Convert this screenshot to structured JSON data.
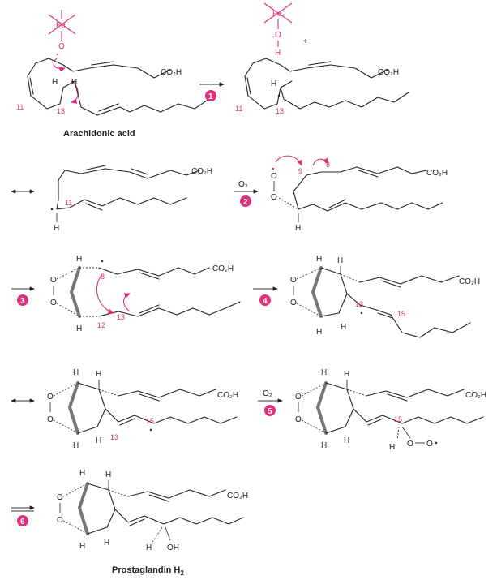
{
  "colors": {
    "accent": "#e0307a",
    "ink": "#222222"
  },
  "labels": {
    "fe": "Fe",
    "o": "O",
    "h": "H",
    "co2h": "CO₂H",
    "oh": "OH",
    "plus": "+",
    "o2": "O₂",
    "arachidonic": "Arachidonic acid",
    "pgh2": "Prostaglandin H",
    "pgh2_sub": "2"
  },
  "carbon_numbers": {
    "c8": "8",
    "c9": "9",
    "c11": "11",
    "c12": "12",
    "c13": "13",
    "c15": "15"
  },
  "steps": [
    "1",
    "2",
    "3",
    "4",
    "5",
    "6"
  ]
}
